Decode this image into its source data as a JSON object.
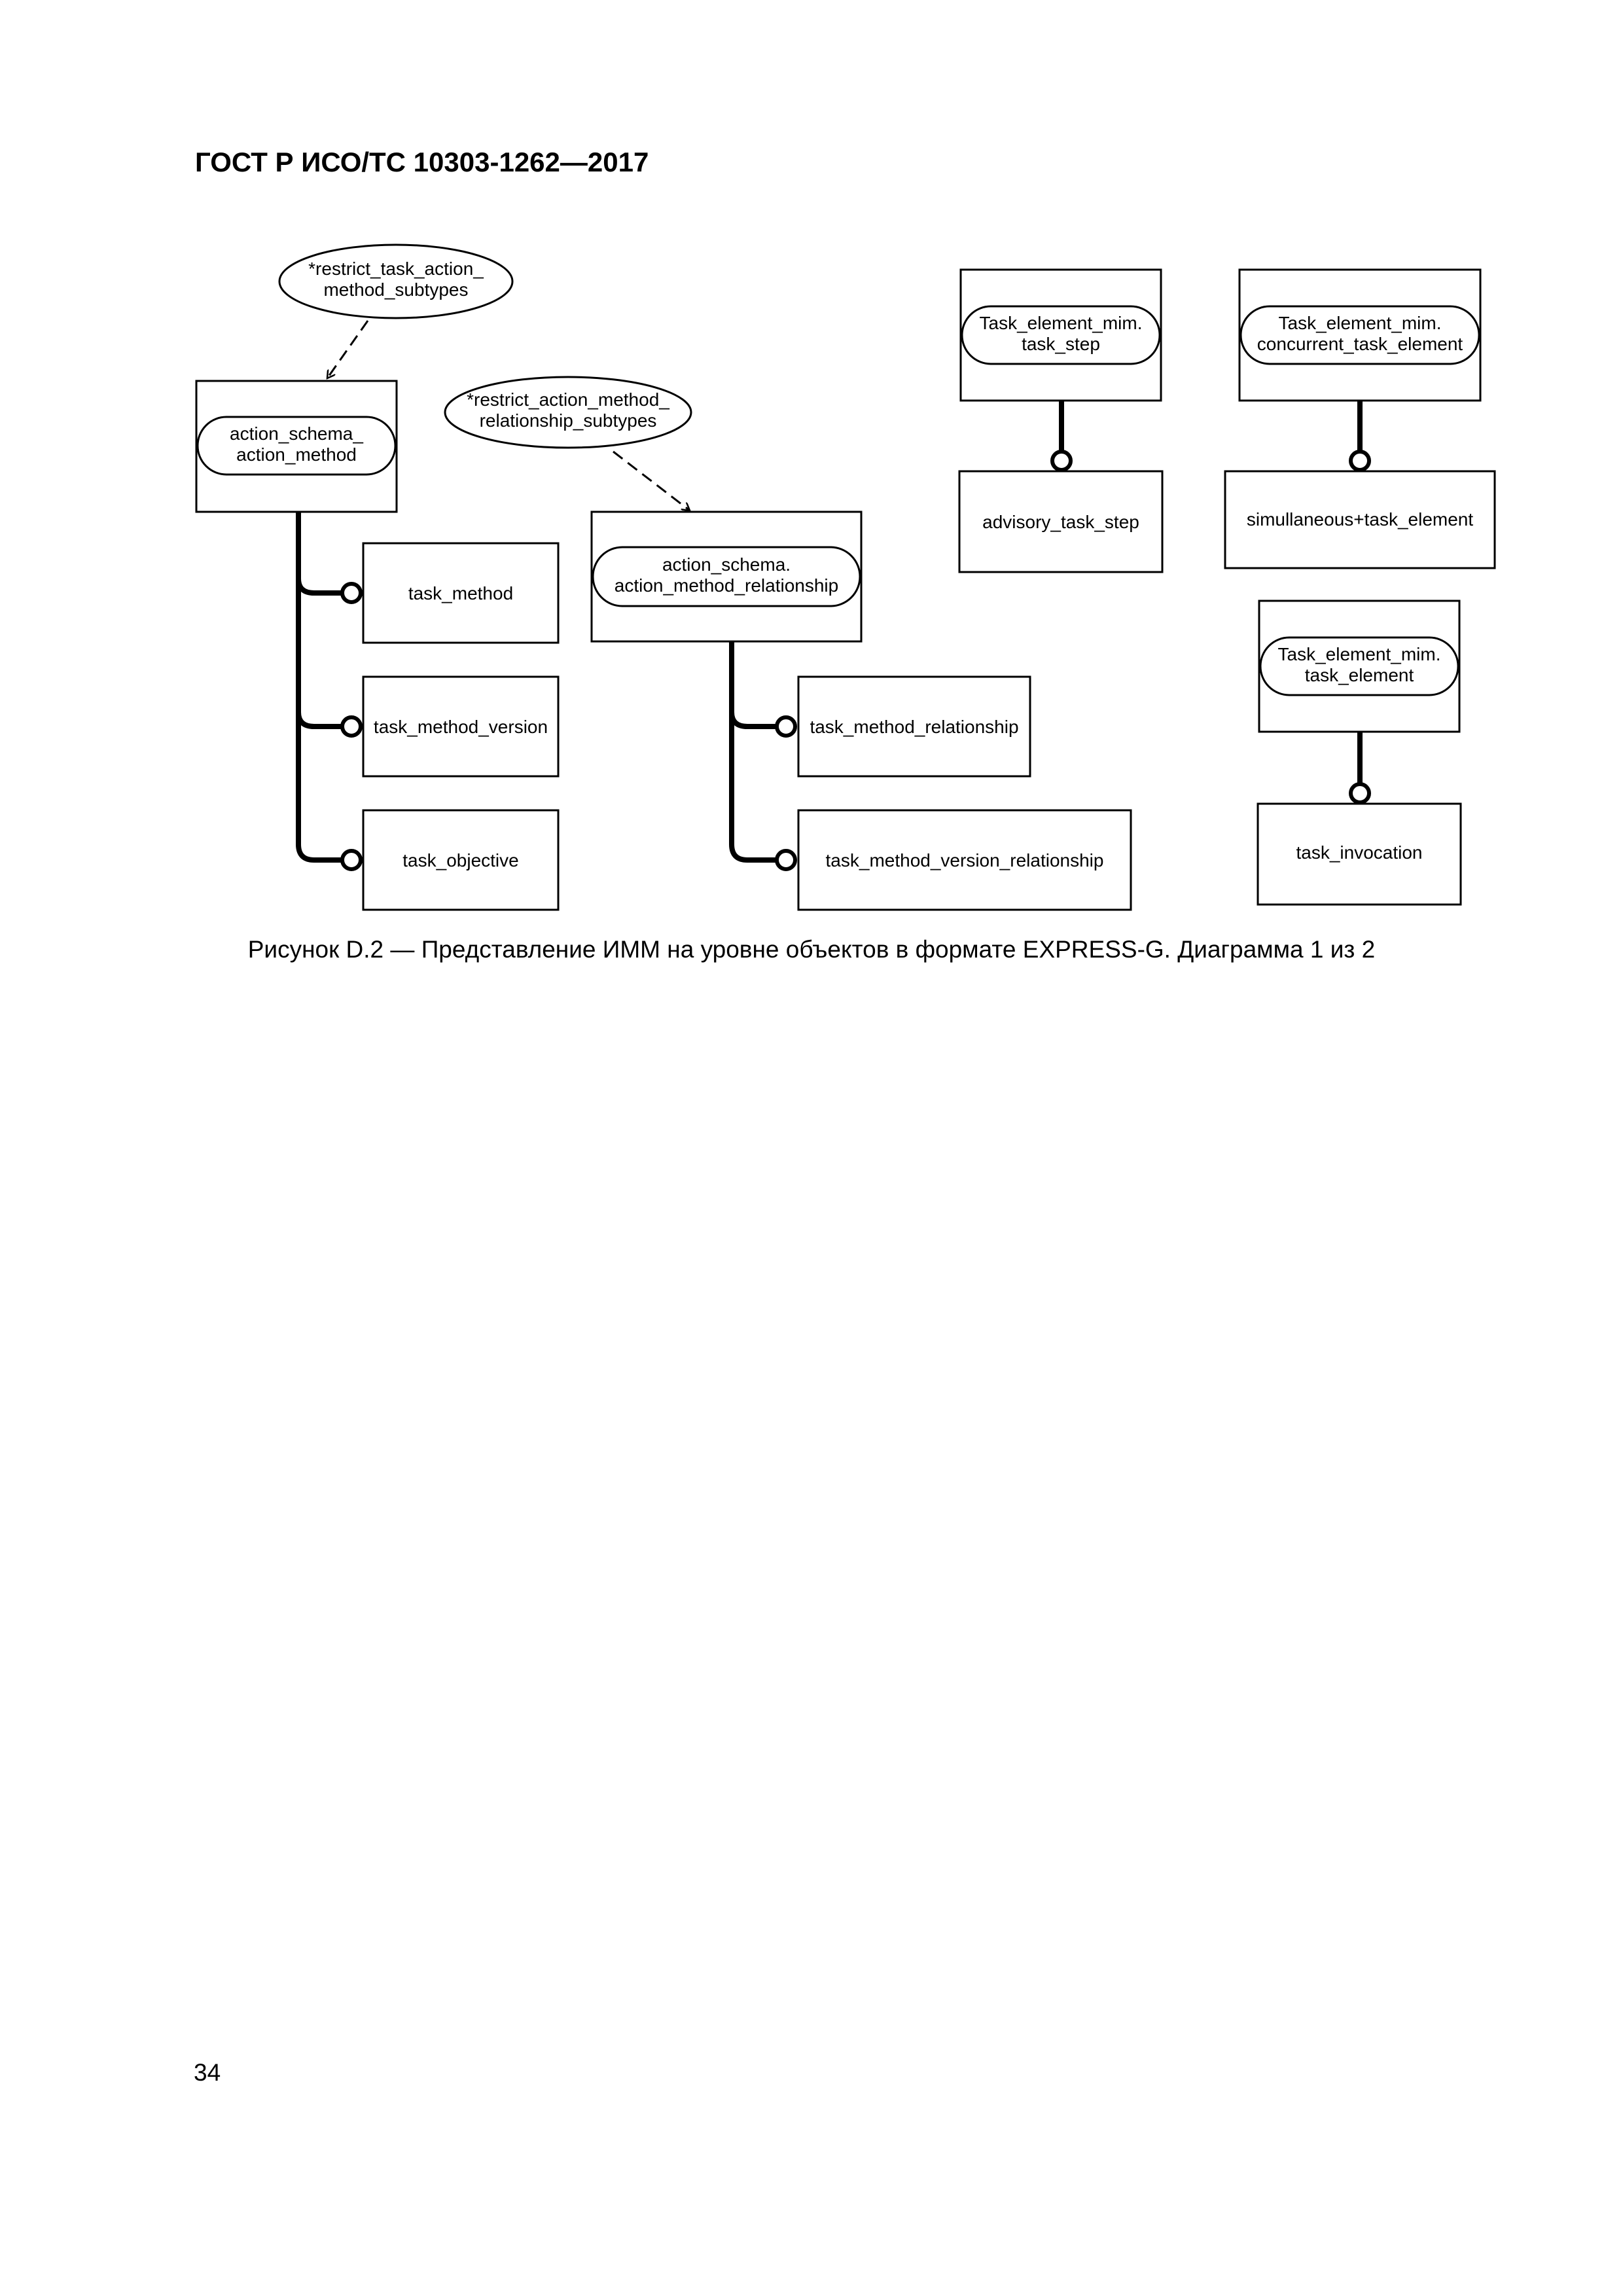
{
  "header": {
    "document_id": "ГОСТ Р ИСО/ТС 10303-1262—2017"
  },
  "diagram": {
    "rules": {
      "restrict_task_action": {
        "line1": "*restrict_task_action_",
        "line2": "method_subtypes"
      },
      "restrict_action_method": {
        "line1": "*restrict_action_method_",
        "line2": "relationship_subtypes"
      }
    },
    "references": {
      "action_method": {
        "line1": "action_schema_",
        "line2": "action_method"
      },
      "action_method_relationship": {
        "line1": "action_schema.",
        "line2": "action_method_relationship"
      },
      "task_step": {
        "line1": "Task_element_mim.",
        "line2": "task_step"
      },
      "concurrent_task_element": {
        "line1": "Task_element_mim.",
        "line2": "concurrent_task_element"
      },
      "task_element": {
        "line1": "Task_element_mim.",
        "line2": "task_element"
      }
    },
    "entities": {
      "task_method": "task_method",
      "task_method_version": "task_method_version",
      "task_objective": "task_objective",
      "task_method_relationship": "task_method_relationship",
      "task_method_version_relationship": "task_method_version_relationship",
      "advisory_task_step": "advisory_task_step",
      "simultaneous_task_element": "simullaneous+task_element",
      "task_invocation": "task_invocation"
    }
  },
  "caption": "Рисунок D.2 — Представление ИММ на уровне объектов в формате EXPRESS-G. Диаграмма 1 из 2",
  "page_number": "34"
}
